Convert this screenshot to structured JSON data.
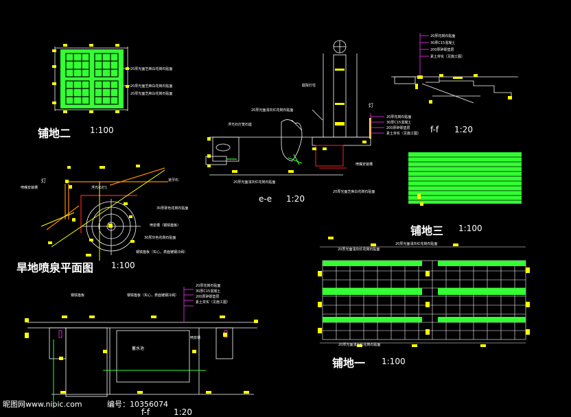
{
  "titles": {
    "pave2": {
      "name": "铺地二",
      "scale": "1:100"
    },
    "ee": {
      "name": "e-e",
      "scale": "1:20"
    },
    "ff": {
      "name": "f-f",
      "scale": "1:20"
    },
    "pave3": {
      "name": "铺地三",
      "scale": "1:100"
    },
    "fountain": {
      "name": "旱地喷泉平面图",
      "scale": "1:100"
    },
    "pave1": {
      "name": "铺地一",
      "scale": "1:100"
    },
    "section_bottom": {
      "name": "f-f",
      "scale": "1:20"
    }
  },
  "notes": {
    "pave2_a": "20厚光面芝麻白花岗石贴面",
    "pave2_b": "20厚光面芝麻白花岗石贴面",
    "pave2_c": "20厚光面芝麻白花岗石贴面",
    "ee_lamp": "庭院灯柱",
    "ee_top": "20厚光面浅灰红花岗石贴面",
    "ee_tree": "浮光石灯笼石座",
    "ee_lamp2": "灯",
    "ee_l1": "20厚花岗石贴面",
    "ee_l2": "30厚C15混凝土",
    "ee_l3": "200厚碎砾垫层",
    "ee_l4": "素土夯实（见施工图）",
    "ee_drain": "喷嘴安装槽",
    "ee_bottom": "20厚光面浅灰红花岗石贴面",
    "ff_l1": "20厚花岗石贴面",
    "ff_l2": "30厚C15混凝土",
    "ff_l3": "200厚碎砾垫层",
    "ff_l4": "素土夯实（见施工图）",
    "pave3_note": "20厚光面芝麻白花岗石贴面",
    "fn_lamp": "灯",
    "fn_nozzle": "喷嘴安装槽",
    "fn_stone": "浮光石灯1",
    "fn_edge": "道牙石",
    "fn_r1": "30厚砾色花岗石贴面",
    "fn_r2": "喷泉槽（钢铁篦板）",
    "fn_r3": "30厚灰色花岗石贴面",
    "fn_r4": "钢铁篦板（实心，表面镀钢冷阀）",
    "p1_top1": "20厚光面浅灰红花岗石贴面",
    "p1_top2": "20厚光面浅灰红花岗石贴面",
    "p1_bottom": "20厚光面浅灰红花岗石贴面",
    "sb_l0": "钢铁篦板",
    "sb_l1": "钢铁篦板（实心，表面镀钢冷阀）",
    "sb_pool": "蓄水池",
    "sb_drain": "喷泉槽",
    "sb_r1": "20厚花岗石贴面",
    "sb_r2": "30厚C15混凝土",
    "sb_r3": "200厚碎砾垫层",
    "sb_r4": "素土夯实（见施工图）"
  },
  "watermark": {
    "site": "昵图网www.nipic.com",
    "id_label": "编号：10356074"
  },
  "colors": {
    "green": "#33ff33",
    "yellow": "#ffff00",
    "magenta": "#ff33ff",
    "red": "#ff2222",
    "white": "#ffffff",
    "orange": "#ff8800"
  }
}
